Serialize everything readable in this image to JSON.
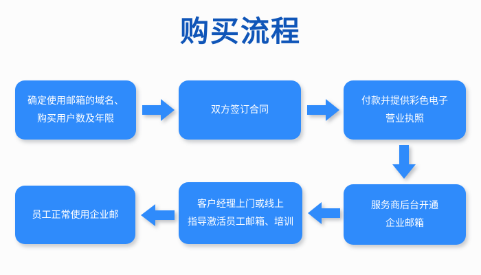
{
  "page": {
    "title": "购买流程",
    "title_color": "#0f55b8",
    "box_color": "#2f8bfb",
    "box_text_color": "#ffffff",
    "background_color": "#fcfcfc"
  },
  "flow": {
    "steps": [
      {
        "id": 1,
        "lines": [
          "确定使用邮箱的域名、",
          "购买用户数及年限"
        ]
      },
      {
        "id": 2,
        "lines": [
          "双方签订合同"
        ]
      },
      {
        "id": 3,
        "lines": [
          "付款并提供彩色电子",
          "营业执照"
        ]
      },
      {
        "id": 4,
        "lines": [
          "服务商后台开通",
          "企业邮箱"
        ]
      },
      {
        "id": 5,
        "lines": [
          "客户经理上门或线上",
          "指导激活员工邮箱、培训"
        ]
      },
      {
        "id": 6,
        "lines": [
          "员工正常使用企业邮"
        ]
      }
    ],
    "connectors": [
      {
        "id": "c1",
        "from": 1,
        "to": 2,
        "direction": "right"
      },
      {
        "id": "c2",
        "from": 2,
        "to": 3,
        "direction": "right"
      },
      {
        "id": "c3",
        "from": 3,
        "to": 4,
        "direction": "down"
      },
      {
        "id": "c4",
        "from": 4,
        "to": 5,
        "direction": "left"
      },
      {
        "id": "c5",
        "from": 5,
        "to": 6,
        "direction": "left"
      }
    ]
  }
}
